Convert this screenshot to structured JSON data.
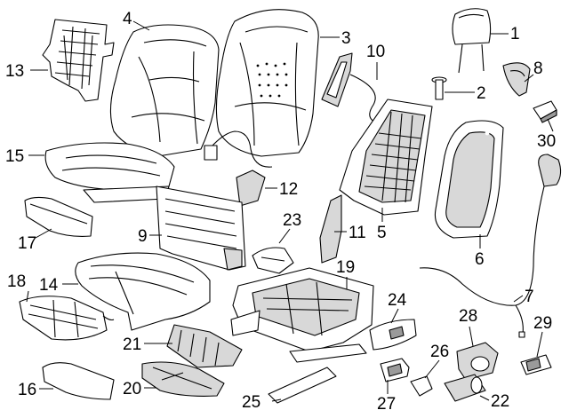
{
  "diagram": {
    "type": "exploded-parts-diagram",
    "background": "#ffffff",
    "line_color": "#000000",
    "parts": [
      {
        "id": "headrest",
        "callout": "1"
      },
      {
        "id": "headrest-guide",
        "callout": "2"
      },
      {
        "id": "backrest-cover",
        "callout": "3"
      },
      {
        "id": "backrest-pad",
        "callout": "4"
      },
      {
        "id": "backrest-frame",
        "callout": "5"
      },
      {
        "id": "rear-panel",
        "callout": "6"
      },
      {
        "id": "wire-harness",
        "callout": "7"
      },
      {
        "id": "side-trim",
        "callout": "8"
      },
      {
        "id": "heater-mat-back",
        "callout": "9"
      },
      {
        "id": "side-airbag",
        "callout": "10"
      },
      {
        "id": "side-bracket",
        "callout": "11"
      },
      {
        "id": "control-module",
        "callout": "12"
      },
      {
        "id": "back-heater",
        "callout": "13"
      },
      {
        "id": "cushion-pad",
        "callout": "14"
      },
      {
        "id": "cushion-cover",
        "callout": "15"
      },
      {
        "id": "extension-pad",
        "callout": "16"
      },
      {
        "id": "extension-cover",
        "callout": "17"
      },
      {
        "id": "cushion-heater",
        "callout": "18"
      },
      {
        "id": "seat-track",
        "callout": "19"
      },
      {
        "id": "lower-panel",
        "callout": "20"
      },
      {
        "id": "motor",
        "callout": "21"
      },
      {
        "id": "lumbar-pump",
        "callout": "22"
      },
      {
        "id": "hinge-cover",
        "callout": "23"
      },
      {
        "id": "outer-trim",
        "callout": "24"
      },
      {
        "id": "inner-trim",
        "callout": "25"
      },
      {
        "id": "clip",
        "callout": "26"
      },
      {
        "id": "switch",
        "callout": "27"
      },
      {
        "id": "actuator",
        "callout": "28"
      },
      {
        "id": "memory-switch",
        "callout": "29"
      },
      {
        "id": "release-knob",
        "callout": "30"
      }
    ]
  }
}
